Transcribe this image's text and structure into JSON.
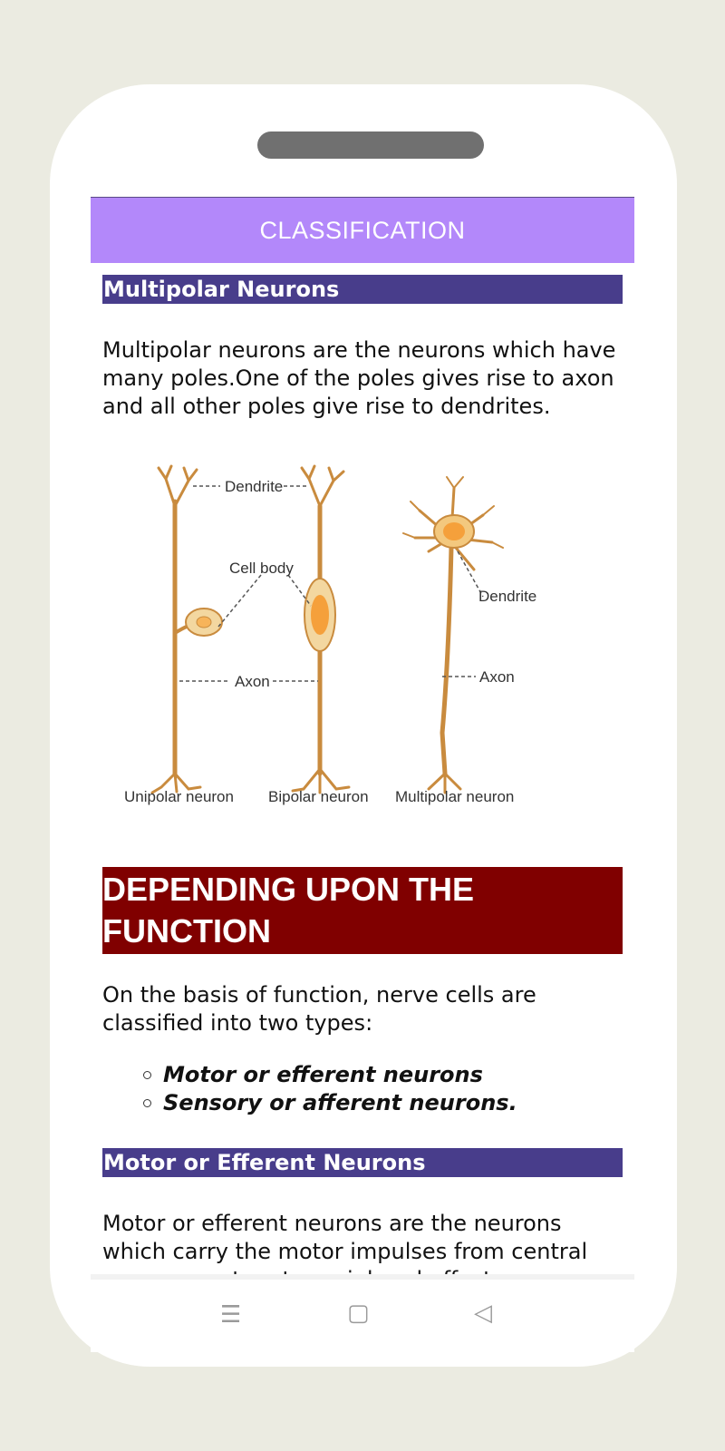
{
  "app_bar": {
    "title": "CLASSIFICATION"
  },
  "section1": {
    "heading": "Multipolar Neurons",
    "paragraph": "Multipolar neurons are the neurons which have many poles.One of the poles gives rise to axon and all other poles give rise to dendrites."
  },
  "figure": {
    "labels": {
      "dendrite_top": "Dendrite",
      "cell_body": "Cell body",
      "axon_left": "Axon",
      "dendrite_right": "Dendrite",
      "axon_right": "Axon",
      "caption_unipolar": "Unipolar neuron",
      "caption_bipolar": "Bipolar neuron",
      "caption_multipolar": "Multipolar neuron"
    }
  },
  "section2": {
    "heading": "DEPENDING UPON THE FUNCTION",
    "paragraph": "On the basis of function, nerve cells are classified into  two types:",
    "items": [
      "Motor or efferent neurons",
      "Sensory or afferent neurons."
    ]
  },
  "section3": {
    "heading": "Motor or Efferent Neurons",
    "paragraph": "Motor or efferent neurons are the neurons which carry  the motor impulses from central nervous system to peripheral effector organs like"
  },
  "navbar": {
    "menu_icon": "☰",
    "home_icon": "▢",
    "back_icon": "◁"
  }
}
